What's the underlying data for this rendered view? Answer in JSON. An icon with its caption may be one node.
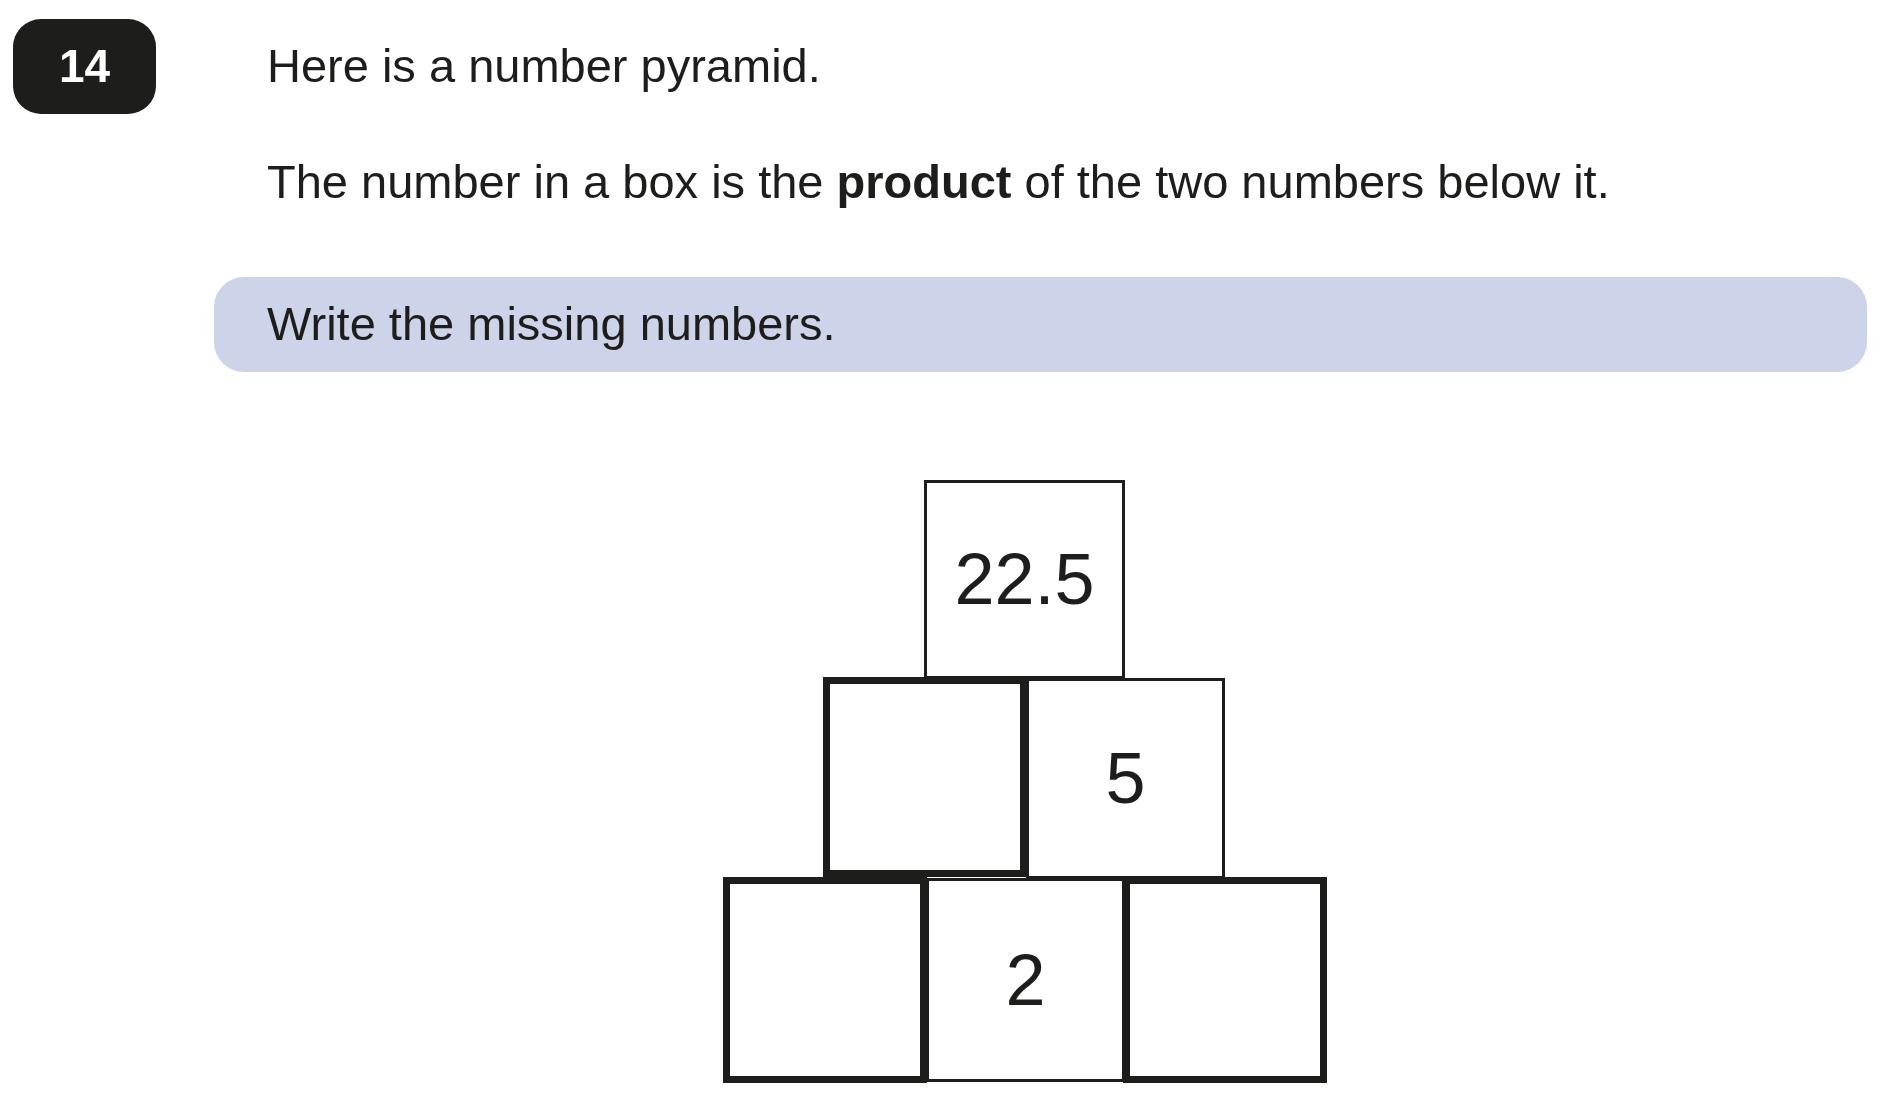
{
  "diagram": {
    "nodes": [
      {
        "text": [
          "14"
        ]
      },
      {
        "text": [
          "Write the missing numbers."
        ]
      },
      {
        "text": [
          "22.5"
        ]
      },
      {
        "text": [],
        "shape": "box"
      },
      {
        "text": [
          "5"
        ]
      },
      {
        "text": [],
        "shape": "box"
      },
      {
        "text": [
          "2"
        ]
      },
      {
        "text": [],
        "shape": "box"
      }
    ],
    "labels": [
      "Here is a number pyramid.",
      "The number in a box is the **product** of the two numbers below it."
    ]
  }
}
